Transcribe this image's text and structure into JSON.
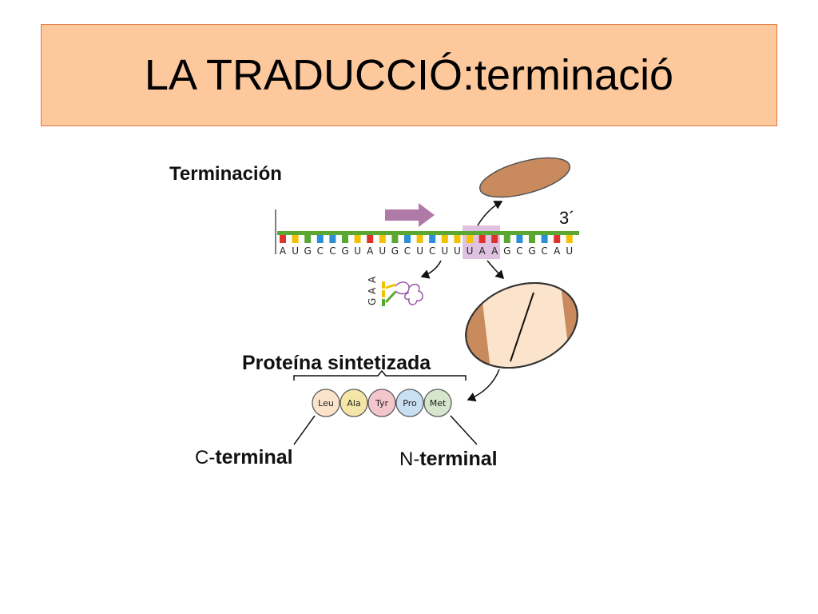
{
  "title": "LA TRADUCCIÓ:terminació",
  "diagram": {
    "heading": "Terminación",
    "three_prime": "3´",
    "mrna_sequence": [
      "A",
      "U",
      "G",
      "C",
      "C",
      "G",
      "U",
      "A",
      "U",
      "G",
      "C",
      "U",
      "C",
      "U",
      "U",
      "U",
      "A",
      "A",
      "G",
      "C",
      "G",
      "C",
      "A",
      "U"
    ],
    "trna_anticodon": [
      "G",
      "A",
      "A"
    ],
    "protein_label": "Proteína sintetizada",
    "amino_acids": [
      "Leu",
      "Ala",
      "Tyr",
      "Pro",
      "Met"
    ],
    "c_prefix": "C-",
    "c_terminal": "terminal",
    "n_prefix": "N-",
    "n_terminal": "terminal",
    "colors": {
      "title_bg": "#fdc89c",
      "title_border": "#e07a3f",
      "mrna_backbone": "#5aa832",
      "ribosome": "#c98a5e",
      "ribosome_light": "#fbe3cc",
      "arrow": "#b07aa8",
      "codon_highlight": "#d7b3d7"
    }
  }
}
